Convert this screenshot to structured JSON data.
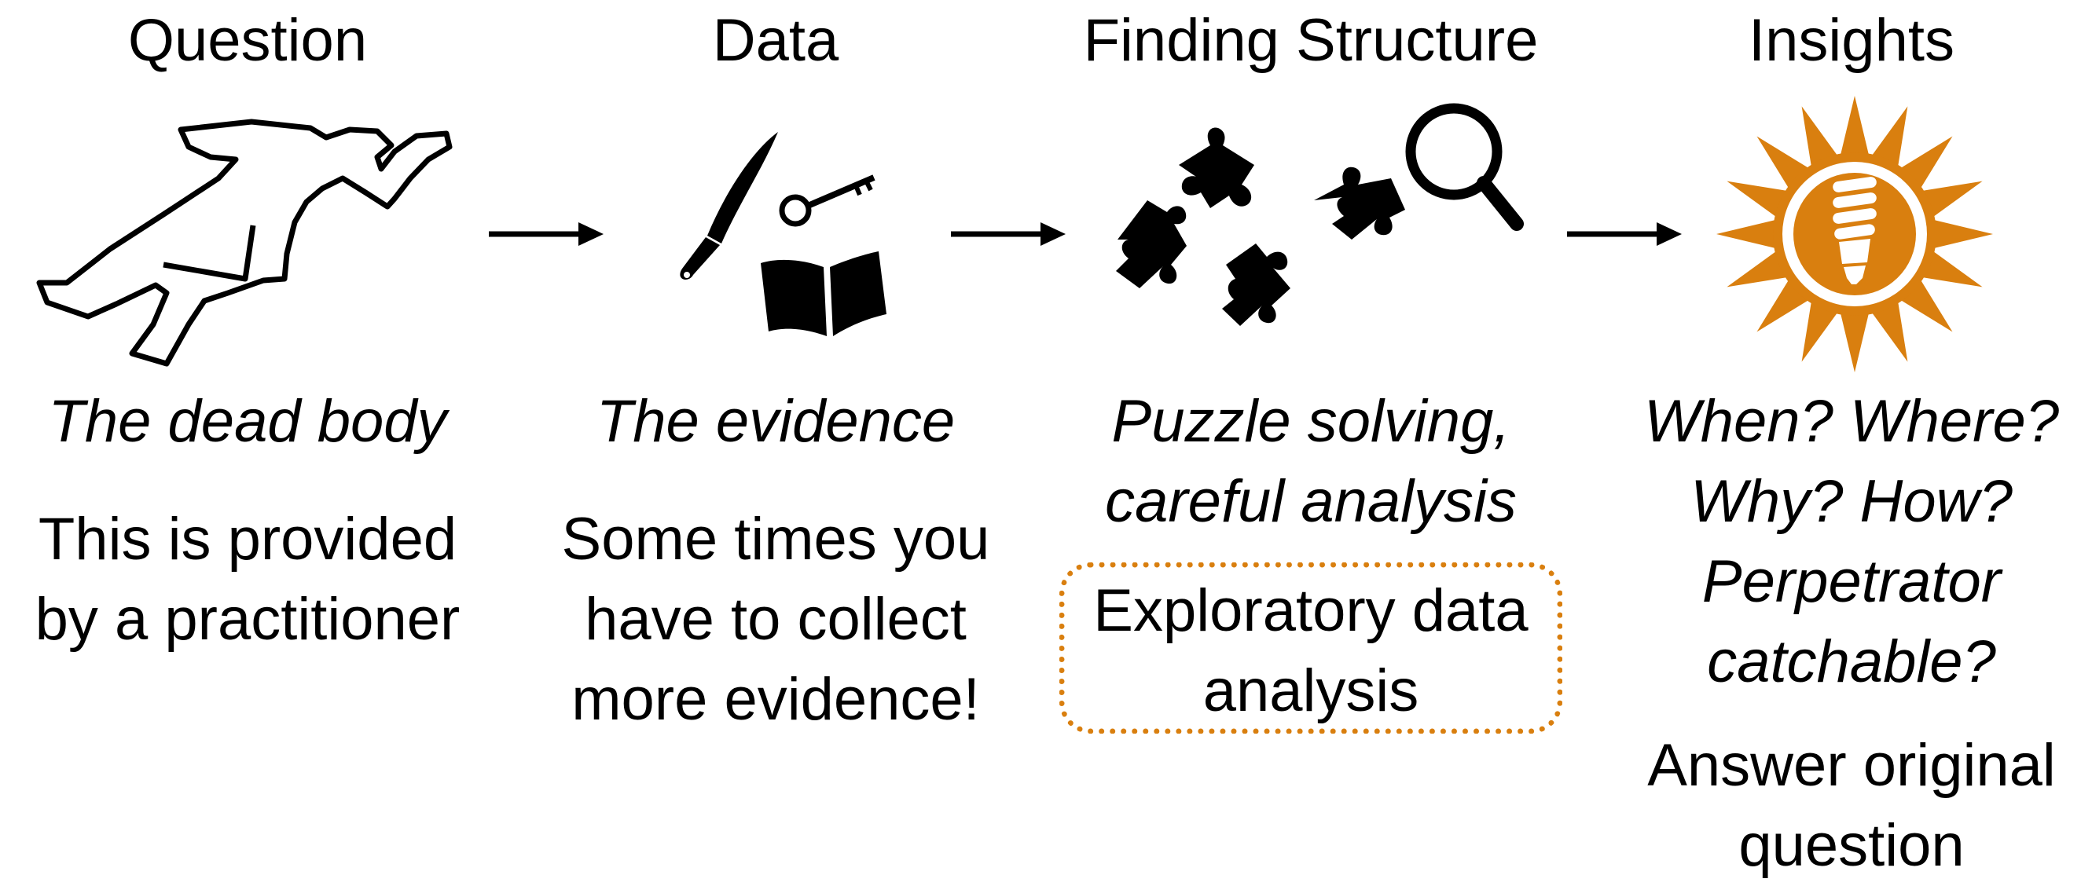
{
  "steps": [
    {
      "title": "Question",
      "subtitle": [
        "The dead body"
      ],
      "body": [
        "This is provided",
        "by a practitioner"
      ],
      "icon": "crime-scene-body-outline-icon"
    },
    {
      "title": "Data",
      "subtitle": [
        "The evidence"
      ],
      "body": [
        "Some times you",
        "have to collect",
        "more evidence!"
      ],
      "icon": "evidence-knife-key-book-icon"
    },
    {
      "title": "Finding Structure",
      "subtitle": [
        "Puzzle solving,",
        "careful analysis"
      ],
      "callout": [
        "Exploratory data",
        "analysis"
      ],
      "icon": "puzzle-magnifier-icon"
    },
    {
      "title": "Insights",
      "subtitle": [
        "When? Where?",
        "Why? How?",
        "Perpetrator",
        "catchable?"
      ],
      "body": [
        "Answer original",
        "question"
      ],
      "icon": "sun-lightbulb-icon"
    }
  ],
  "colors": {
    "accent": "#d97f0f",
    "text": "#000000",
    "background": "#ffffff"
  }
}
